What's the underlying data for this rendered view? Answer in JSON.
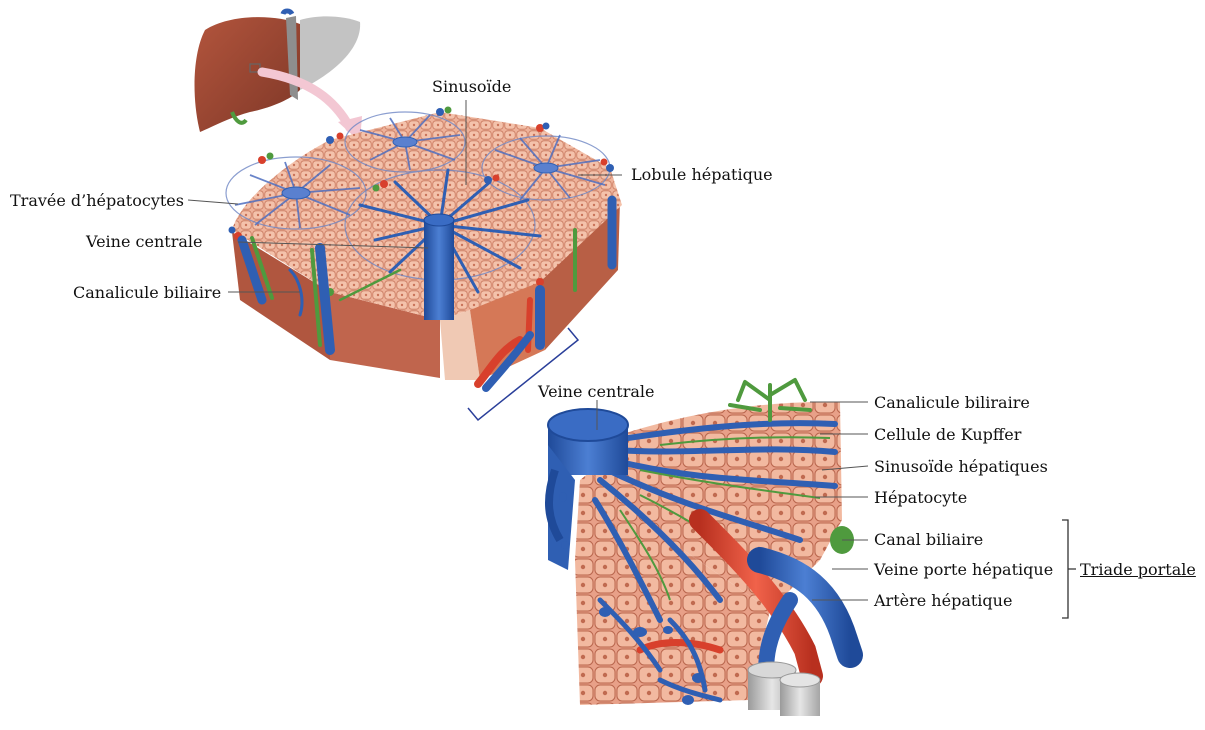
{
  "labels": {
    "sinusoide": "Sinusoïde",
    "lobule_hepatique": "Lobule hépatique",
    "travee_hepatocytes": "Travée d’hépatocytes",
    "veine_centrale_top": "Veine centrale",
    "canalicule_biliaire_top": "Canalicule biliaire",
    "veine_centrale_bottom": "Veine centrale",
    "canalicule_biliraire": "Canalicule biliraire",
    "cellule_kupffer": "Cellule de Kupffer",
    "sinusoide_hepatiques": "Sinusoïde hépatiques",
    "hepatocyte": "Hépatocyte",
    "canal_biliaire": "Canal biliaire",
    "veine_porte_hepatique": "Veine porte hépatique",
    "artere_hepatique": "Artère hépatique",
    "triade_portale": "Triade portale"
  },
  "colors": {
    "liver": "#9a4a36",
    "tissue": "#e9a88f",
    "tissue_dark": "#d98568",
    "vein_blue": "#2f5fb3",
    "artery_red": "#d8402c",
    "bile_green": "#4f9a3e",
    "bracket": "#2a3f9a",
    "leader": "#555555"
  }
}
